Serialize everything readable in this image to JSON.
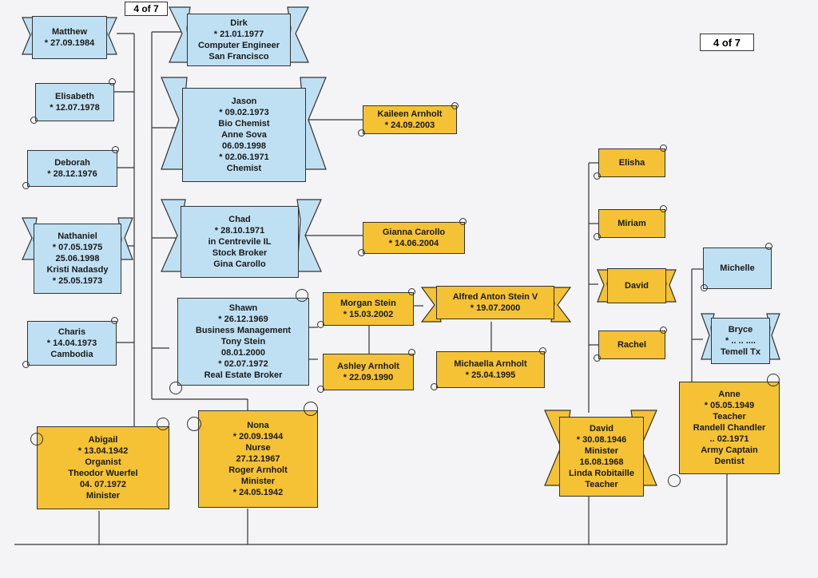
{
  "page_tag_top": "4 of 7",
  "page_tag_right": "4 of 7",
  "colors": {
    "blue": "#bfe0f3",
    "gold": "#f4c234",
    "line": "#333333"
  },
  "people": {
    "matthew": [
      "Matthew",
      "* 27.09.1984"
    ],
    "elisabeth": [
      "Elisabeth",
      "* 12.07.1978"
    ],
    "deborah": [
      "Deborah",
      "* 28.12.1976"
    ],
    "nathaniel": [
      "Nathaniel",
      "* 07.05.1975",
      "25.06.1998",
      "Kristi Nadasdy",
      "* 25.05.1973"
    ],
    "charis": [
      "Charis",
      "* 14.04.1973",
      "Cambodia"
    ],
    "dirk": [
      "Dirk",
      "* 21.01.1977",
      "Computer Engineer",
      "San Francisco"
    ],
    "jason": [
      "Jason",
      "* 09.02.1973",
      "Bio Chemist",
      "Anne Sova",
      "06.09.1998",
      "* 02.06.1971",
      "Chemist"
    ],
    "kaileen": [
      "Kaileen Arnholt",
      "* 24.09.2003"
    ],
    "chad": [
      "Chad",
      "* 28.10.1971",
      "in Centrevile IL",
      "Stock Broker",
      "Gina Carollo"
    ],
    "gianna": [
      "Gianna Carollo",
      "* 14.06.2004"
    ],
    "shawn": [
      "Shawn",
      "* 26.12.1969",
      "Business Management",
      "Tony Stein",
      "08.01.2000",
      "* 02.07.1972",
      "Real Estate Broker"
    ],
    "morgan": [
      "Morgan Stein",
      "* 15.03.2002"
    ],
    "alfred": [
      "Alfred Anton Stein V",
      "* 19.07.2000"
    ],
    "ashley": [
      "Ashley Arnholt",
      "* 22.09.1990"
    ],
    "michaella": [
      "Michaella Arnholt",
      "* 25.04.1995"
    ],
    "abigail": [
      "Abigail",
      "* 13.04.1942",
      "Organist",
      "Theodor Wuerfel",
      "04. 07.1972",
      "Minister"
    ],
    "nona": [
      "Nona",
      "* 20.09.1944",
      "Nurse",
      "27.12.1967",
      "Roger Arnholt",
      "Minister",
      "* 24.05.1942"
    ],
    "elisha": [
      "Elisha"
    ],
    "miriam": [
      "Miriam"
    ],
    "david_child": [
      "David"
    ],
    "rachel": [
      "Rachel"
    ],
    "david": [
      "David",
      "* 30.08.1946",
      "Minister",
      "16.08.1968",
      "Linda Robitaille",
      "Teacher"
    ],
    "michelle": [
      "Michelle"
    ],
    "bryce": [
      "Bryce",
      "* .. ..  ....",
      "Temell Tx"
    ],
    "anne": [
      "Anne",
      "* 05.05.1949",
      "Teacher",
      "Randell Chandler",
      ".. 02.1971",
      "Army Captain",
      "Dentist"
    ]
  }
}
